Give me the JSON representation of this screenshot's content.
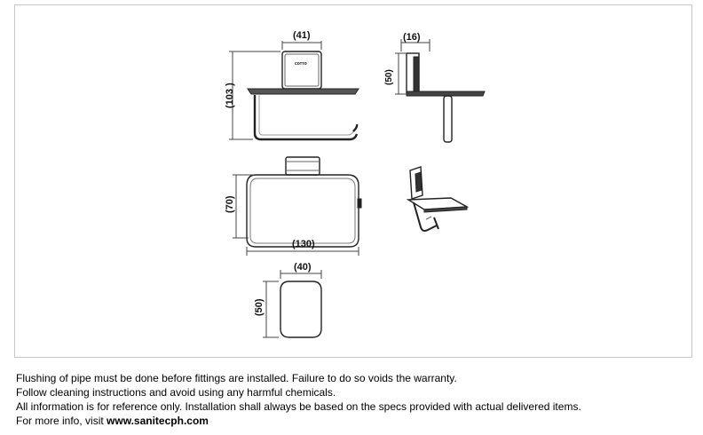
{
  "drawing": {
    "dims": {
      "top_width": "(41)",
      "side_depth": "(16)",
      "side_cap_height": "(50)",
      "overall_height": "(103 )",
      "plate_height": "(70)",
      "plate_width": "(130)",
      "cap_width": "(40)",
      "cap_height": "(50)"
    },
    "logo_text": "соттo"
  },
  "notes": {
    "line1": "Flushing of pipe must be done before fittings are installed. Failure to do so voids the warranty.",
    "line2": "Follow cleaning instructions and avoid using any harmful chemicals.",
    "line3": "All information is for reference only. Installation shall always be based on the specs provided with actual delivered items.",
    "line4_prefix": "For more info, visit ",
    "line4_link": "www.sanitecph.com"
  }
}
